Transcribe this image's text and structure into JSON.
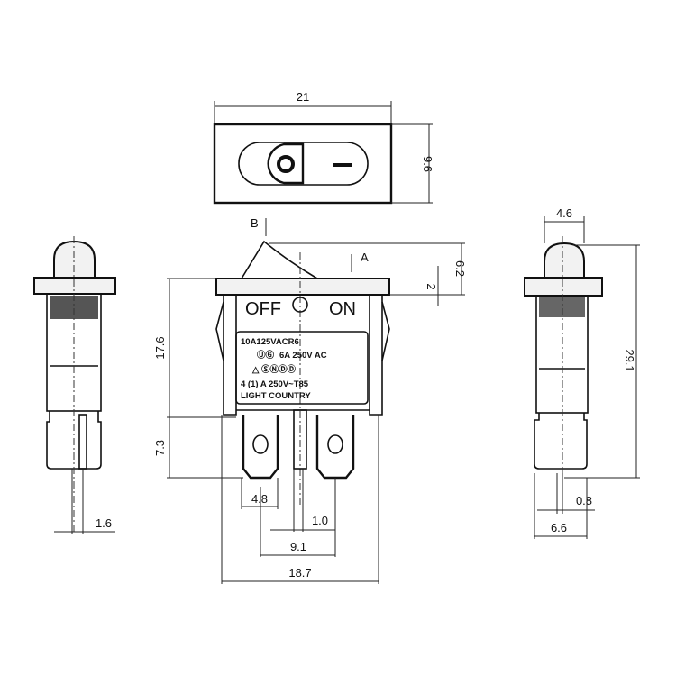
{
  "dimensions": {
    "top_width": "21",
    "top_height": "9.6",
    "view_b": "B",
    "view_a": "A",
    "rocker_height": "6.2",
    "flange_thickness": "2",
    "body_height": "17.6",
    "terminal_length": "7.3",
    "terminal_width": "4.8",
    "center_pin_width": "1.0",
    "terminal_pitch": "9.1",
    "body_width": "18.7",
    "side_dome_width": "4.6",
    "side_total_height": "29.1",
    "side_pin_thickness": "0.8",
    "side_body_depth": "6.6",
    "left_pin_offset": "1.6"
  },
  "top_view": {
    "off_symbol": "O",
    "on_symbol": "—"
  },
  "front_view": {
    "off_label": "OFF",
    "on_label": "ON",
    "rating_lines": [
      "10A125VACR6",
      "6A 250V AC",
      "4 (1) A 250V~T85",
      "LIGHT COUNTRY"
    ]
  },
  "colors": {
    "line": "#111111",
    "background": "#ffffff"
  }
}
